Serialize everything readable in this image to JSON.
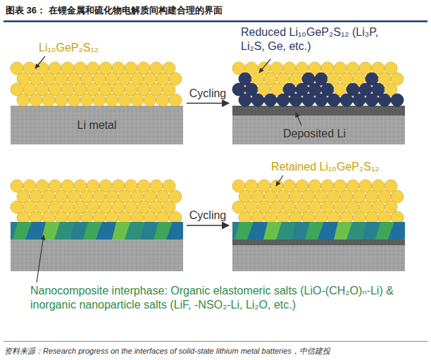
{
  "diagram": {
    "title": "图表 36： 在锂金属和硫化物电解质间构建合理的界面",
    "caption": "资料来源：Research progress on the interfaces of solid-state lithium metal batteries，中信建投",
    "nodes": [
      {
        "text": [
          "Li₁₀GeP₂S₁₂",
          "Li metal"
        ]
      },
      {
        "text": [
          "Reduced Li₁₀GeP₂S₁₂ (Li₃P, Li₂S, Ge, etc.)",
          "Deposited Li"
        ]
      },
      {
        "text": [
          "Nanocomposite interphase: Organic elastomeric salts (LiO-(CH₂O)ₙ-Li) & inorganic nanoparticle salts (LiF, -NSO₂-Li, Li₂O, etc.)"
        ]
      },
      {
        "text": [
          "Retained Li₁₀GeP₂S₁₂"
        ]
      }
    ],
    "edges": [
      {
        "from": 0,
        "to": 1,
        "arrow": "to",
        "label": "Cycling"
      },
      {
        "from": 2,
        "to": 3,
        "arrow": "to",
        "label": "Cycling"
      }
    ]
  }
}
